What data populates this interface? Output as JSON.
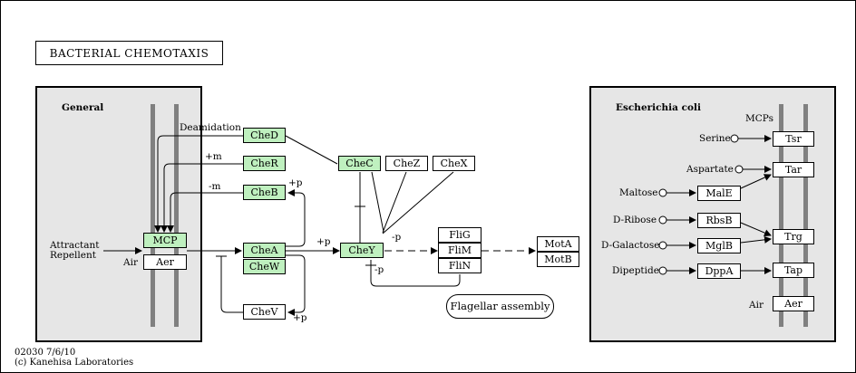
{
  "title": "BACTERIAL  CHEMOTAXIS",
  "general_panel": {
    "title": "General",
    "stimulus_line1": "Attractant",
    "stimulus_line2": "Repellent",
    "air_label": "Air"
  },
  "ecoli_panel": {
    "title": "Escherichia coli",
    "mcps_label": "MCPs",
    "air_label": "Air"
  },
  "nodes": {
    "mcp": "MCP",
    "aer": "Aer",
    "ched": "CheD",
    "cher": "CheR",
    "cheb": "CheB",
    "chea": "CheA",
    "chew": "CheW",
    "chev": "CheV",
    "chec": "CheC",
    "chez": "CheZ",
    "chex": "CheX",
    "chey": "CheY",
    "flig": "FliG",
    "flim": "FliM",
    "flin": "FliN",
    "mota": "MotA",
    "motb": "MotB",
    "flagellar_assembly": "Flagellar assembly"
  },
  "edge_labels": {
    "deamidation": "Deamidation",
    "plus_m": "+m",
    "minus_m": "-m",
    "cheb_p": "+p",
    "chea_p": "+p",
    "chev_p": "+p",
    "chey_minus_p": "-p",
    "flin_minus_p": "-p"
  },
  "ecoli": {
    "ligands": [
      "Serine",
      "Aspartate",
      "Maltose",
      "D-Ribose",
      "D-Galactose",
      "Dipeptide"
    ],
    "binding_proteins": [
      "MalE",
      "RbsB",
      "MglB",
      "DppA"
    ],
    "receptors": [
      "Tsr",
      "Tar",
      "Trg",
      "Tap",
      "Aer"
    ]
  },
  "footer": {
    "line1": "02030 7/6/10",
    "line2": "(c) Kanehisa Laboratories"
  },
  "colors": {
    "gene_fill": "#bff0bf",
    "panel_fill": "#e6e6e6",
    "membrane": "#808080"
  }
}
